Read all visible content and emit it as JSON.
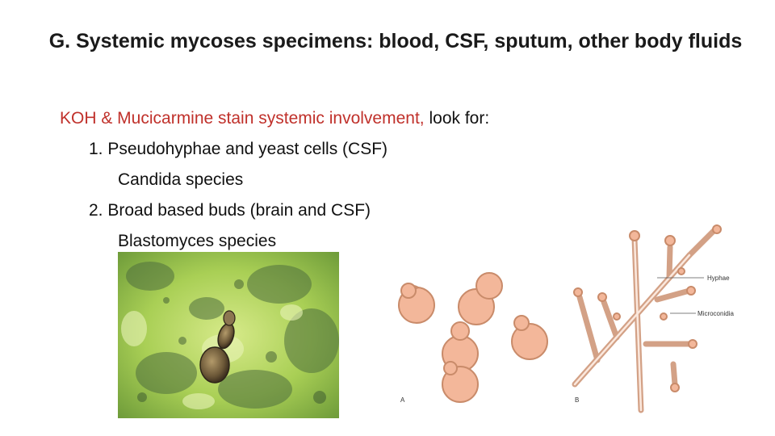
{
  "title": "G. Systemic mycoses specimens: blood, CSF, sputum, other body fluids",
  "body": {
    "intro_red": "KOH & Mucicarmine stain  systemic involvement,",
    "intro_rest": " look  for:",
    "item1": "1. Pseudohyphae and yeast  cells (CSF)",
    "item1_sub": "Candida species",
    "item2": "2. Broad based buds  (brain and CSF)",
    "item2_sub": "Blastomyces species"
  },
  "figure": {
    "label_a": "A",
    "label_b": "B",
    "label_hyphae": "Hyphae",
    "label_microconidia": "Microconidia"
  },
  "colors": {
    "accent_red": "#c0312b",
    "micro_green": "#8fbf3a",
    "yeast_fill": "#f3b79a",
    "yeast_stroke": "#c98b6a"
  }
}
